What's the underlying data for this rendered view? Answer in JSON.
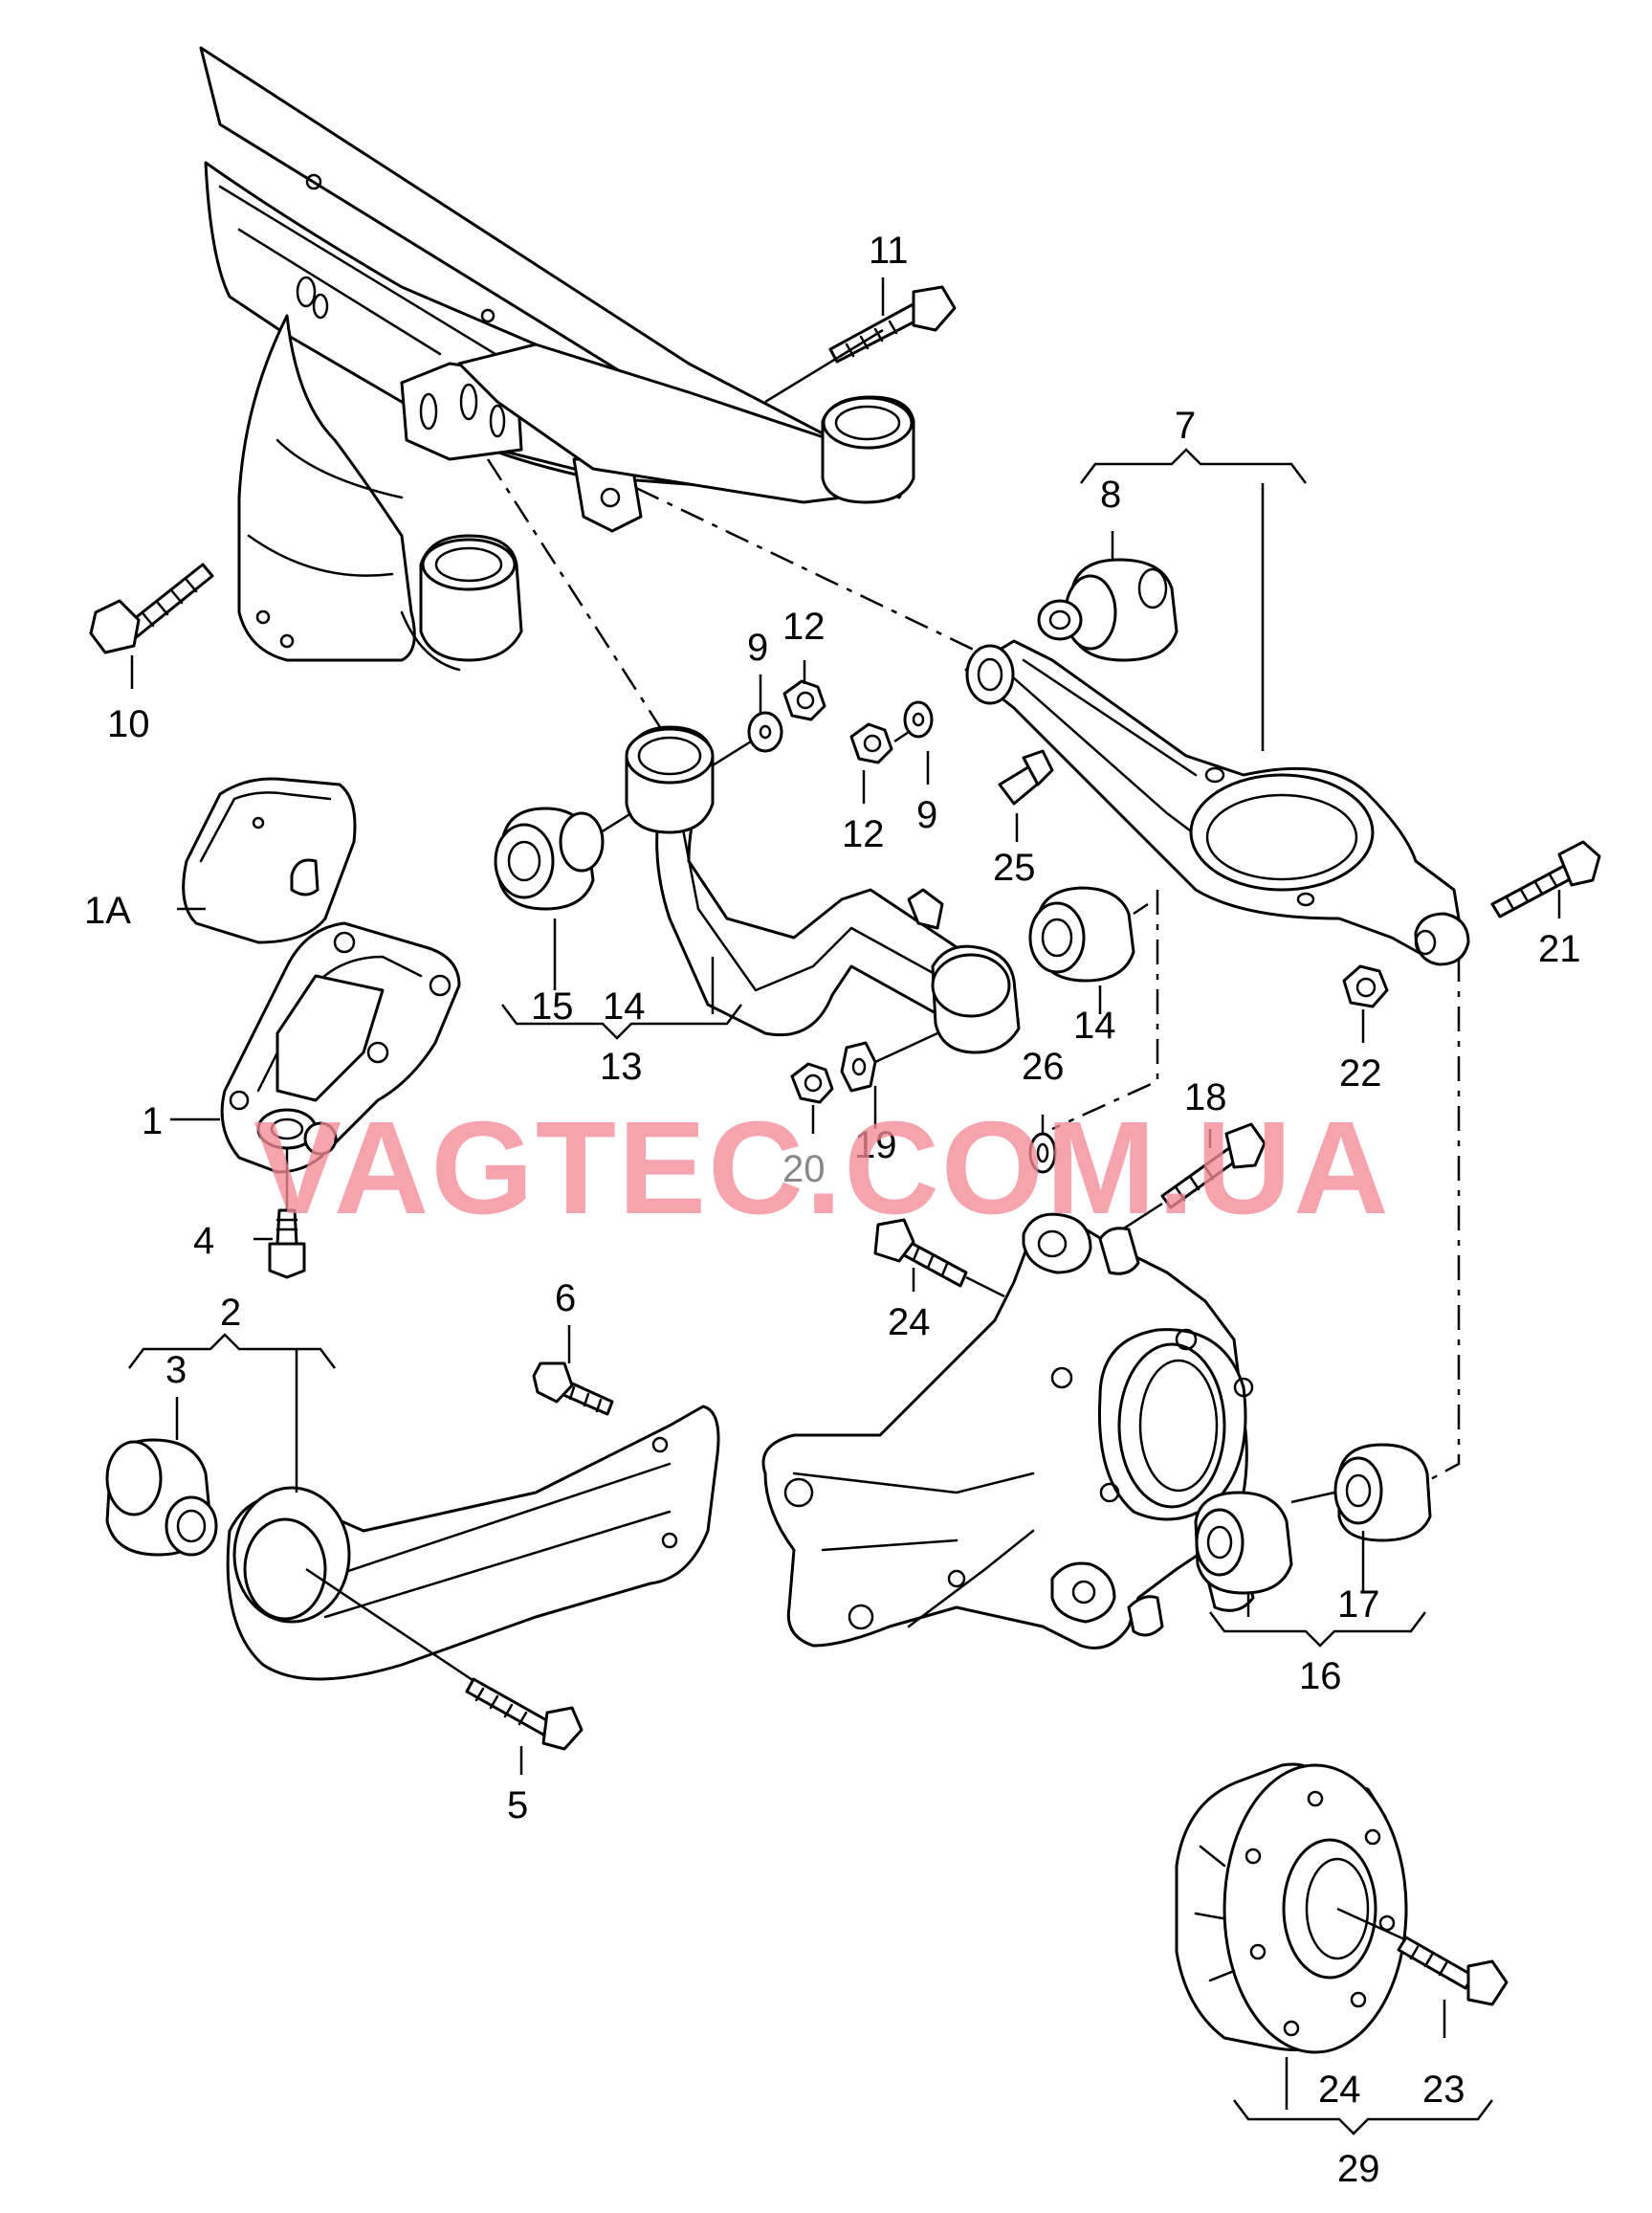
{
  "watermark": "VAGTEC.COM.UA",
  "colors": {
    "line": "#000000",
    "background": "#ffffff",
    "watermark": "#f28a96",
    "muted_label": "#888888"
  },
  "callouts": {
    "c1": "1",
    "c1a": "1A",
    "c2": "2",
    "c3": "3",
    "c4": "4",
    "c5": "5",
    "c6": "6",
    "c7": "7",
    "c8": "8",
    "c9a": "9",
    "c9b": "9",
    "c10": "10",
    "c11": "11",
    "c12a": "12",
    "c12b": "12",
    "c13": "13",
    "c14a": "14",
    "c14b": "14",
    "c15": "15",
    "c16": "16",
    "c17": "17",
    "c18": "18",
    "c19": "19",
    "c20": "20",
    "c21": "21",
    "c22": "22",
    "c23": "23",
    "c24a": "24",
    "c24b": "24",
    "c25": "25",
    "c26": "26",
    "c29": "29"
  }
}
